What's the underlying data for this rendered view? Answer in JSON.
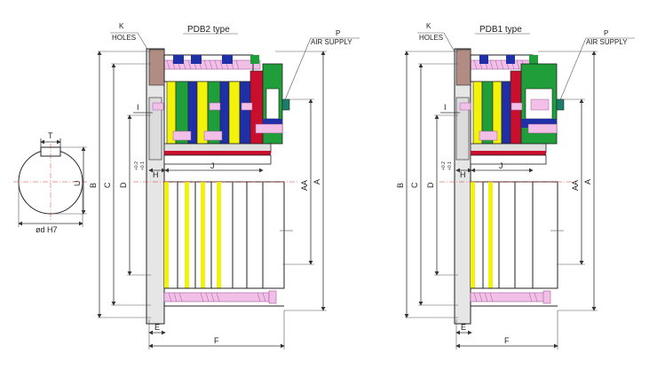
{
  "keyway": {
    "label_t": "T",
    "label_u": "U",
    "label_dia": "ød H7"
  },
  "left": {
    "type_label": "PDB2  type",
    "k_label": "K",
    "holes_label": "HOLES",
    "p_label": "P",
    "air_label": "AIR  SUPPLY",
    "dim_b": "B",
    "dim_c": "C",
    "dim_d": "D",
    "dim_tol_top": "+0.2",
    "dim_tol_bot": "+0.1",
    "dim_h": "H",
    "dim_j": "J",
    "dim_i": "I",
    "dim_aa": "AA",
    "dim_a": "A",
    "dim_e": "E",
    "dim_f": "F"
  },
  "right": {
    "type_label": "PDB1  type",
    "k_label": "K",
    "holes_label": "HOLES",
    "p_label": "P",
    "air_label": "AIR  SUPPLY",
    "dim_b": "B",
    "dim_c": "C",
    "dim_d": "D",
    "dim_tol_top": "+0.2",
    "dim_tol_bot": "+0.1",
    "dim_h": "H",
    "dim_j": "J",
    "dim_i": "I",
    "dim_aa": "AA",
    "dim_a": "A",
    "dim_e": "E",
    "dim_f": "F"
  },
  "colors": {
    "green": "#1f9e3a",
    "blue": "#1f2fa6",
    "magenta": "#d9a0d9",
    "red": "#c8102e",
    "yellow": "#f2f20a",
    "pink": "#f2c0e6",
    "grey": "#c8c8c8",
    "darkred": "#8a0a22",
    "teal": "#1a7f6a"
  }
}
